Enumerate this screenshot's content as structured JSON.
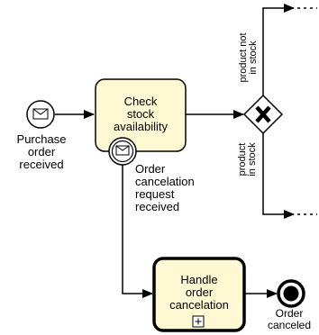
{
  "start_event": {
    "label": "Purchase\norder\nreceived"
  },
  "check_task": {
    "label": "Check\nstock\navailability"
  },
  "boundary_event": {
    "label": "Order\ncancelation\nrequest\nreceived"
  },
  "gateway": {
    "upper_flow_label": "product not\nin stock",
    "lower_flow_label": "product\nin stock"
  },
  "cancel_subprocess": {
    "label": "Handle\norder\ncancelation"
  },
  "end_event": {
    "label": "Order\ncanceled"
  }
}
